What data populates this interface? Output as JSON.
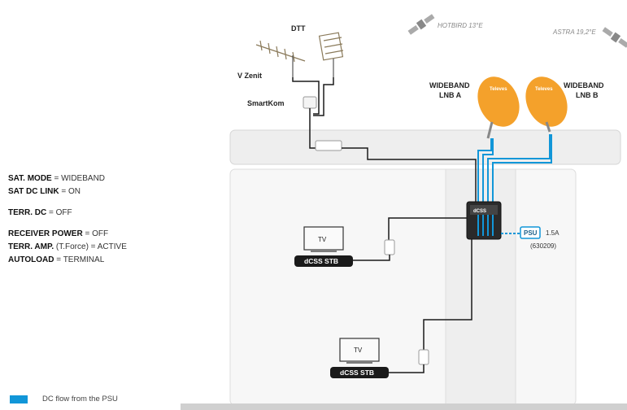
{
  "settings": {
    "sat_mode_label": "SAT. MODE",
    "sat_mode_value": "= WIDEBAND",
    "sat_dc_link_label": "SAT DC LINK",
    "sat_dc_link_value": "= ON",
    "terr_dc_label": "TERR. DC",
    "terr_dc_value": "= OFF",
    "receiver_power_label": "RECEIVER POWER",
    "receiver_power_value": "= OFF",
    "terr_amp_label": "TERR. AMP.",
    "terr_amp_value": "(T.Force) = ACTIVE",
    "autoload_label": "AUTOLOAD",
    "autoload_value": "= TERMINAL"
  },
  "diagram": {
    "dtt_label": "DTT",
    "v_zenit_label": "V Zenit",
    "smartkom_label": "SmartKom",
    "satellite_1": "HOTBIRD 13°E",
    "satellite_2": "ASTRA 19,2°E",
    "lnb_a_line1": "WIDEBAND",
    "lnb_a_line2": "LNB A",
    "lnb_b_line1": "WIDEBAND",
    "lnb_b_line2": "LNB B",
    "dish_brand": "Televes",
    "psu_label": "PSU",
    "psu_current": "1.5A",
    "psu_ref": "(630209)",
    "multiswitch_label_1": "dCSS",
    "tv_label": "TV",
    "stb_label": "dCSS STB"
  },
  "legend": {
    "dc_flow_label": "DC flow from the PSU"
  },
  "colors": {
    "dc_flow": "#1196d8",
    "coax": "#1a1a1a",
    "dish": "#f4a12b",
    "building_panel": "#eeeeee"
  }
}
